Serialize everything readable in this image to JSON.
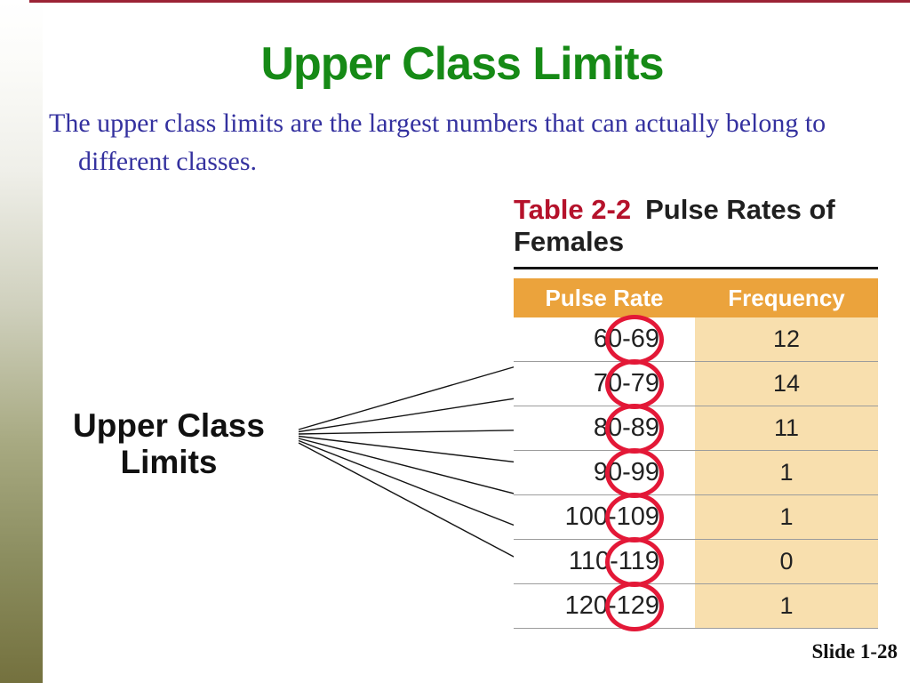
{
  "slide": {
    "title": "Upper Class Limits",
    "body_text": "The upper class limits are the largest numbers that can actually belong to different classes.",
    "callout_label": "Upper Class Limits",
    "slide_number": "Slide 1-28"
  },
  "table": {
    "title_prefix": "Table 2-2",
    "title_rest": "Pulse Rates of Females",
    "columns": [
      "Pulse Rate",
      "Frequency"
    ],
    "rows": [
      {
        "pulse_rate": "60-69",
        "frequency": "12"
      },
      {
        "pulse_rate": "70-79",
        "frequency": "14"
      },
      {
        "pulse_rate": "80-89",
        "frequency": "11"
      },
      {
        "pulse_rate": "90-99",
        "frequency": "1"
      },
      {
        "pulse_rate": "100-109",
        "frequency": "1"
      },
      {
        "pulse_rate": "110-119",
        "frequency": "0"
      },
      {
        "pulse_rate": "120-129",
        "frequency": "1"
      }
    ]
  },
  "colors": {
    "title_green": "#168A16",
    "body_blue": "#34319F",
    "table_label_red": "#B5122B",
    "header_orange": "#EBA33C",
    "frequency_cell_tan": "#F8DFAE",
    "circle_red": "#E31837",
    "top_accent_red": "#9B2335",
    "sidebar_olive_bottom": "#74713E",
    "connector_line": "#141414"
  }
}
